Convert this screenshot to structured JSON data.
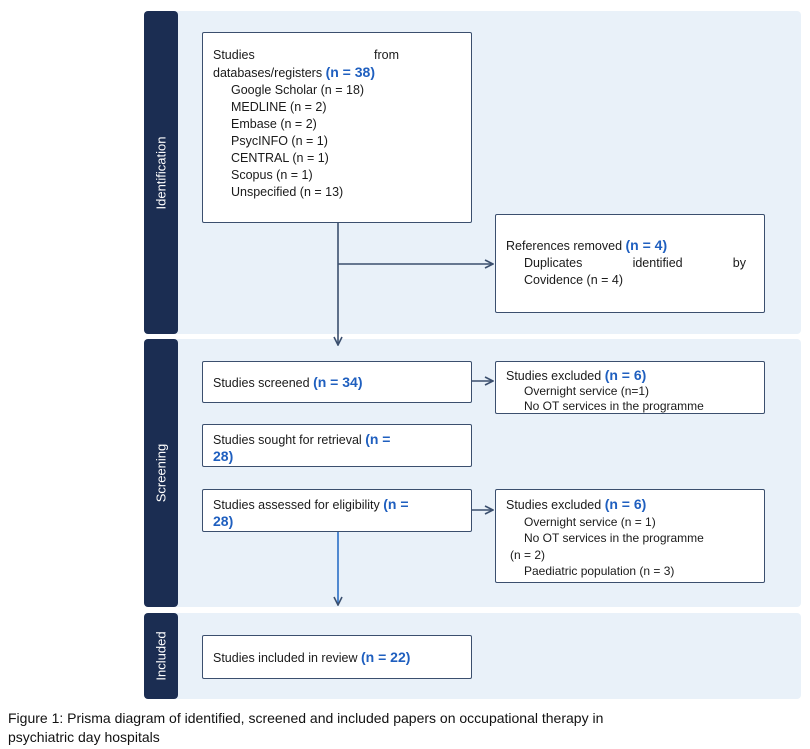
{
  "stages": {
    "identification": "Identification",
    "screening": "Screening",
    "included": "Included"
  },
  "identified": {
    "title_a": "Studies",
    "title_b": "from",
    "title_c": "databases/registers",
    "count": "(n = 38)",
    "sources": [
      "Google Scholar (n = 18)",
      "MEDLINE (n = 2)",
      "Embase (n = 2)",
      "PsycINFO (n = 1)",
      "CENTRAL (n = 1)",
      "Scopus (n = 1)",
      "Unspecified (n = 13)"
    ]
  },
  "removed": {
    "title": "References removed",
    "count": "(n = 4)",
    "line1_a": "Duplicates",
    "line1_b": "identified",
    "line1_c": "by",
    "line2": "Covidence (n = 4)"
  },
  "screened": {
    "title": "Studies screened",
    "count": "(n = 34)"
  },
  "excluded1": {
    "title": "Studies excluded",
    "count": "(n = 6)",
    "reasons": [
      "Overnight service (n=1)",
      "No OT services in the programme"
    ]
  },
  "sought": {
    "title": "Studies sought for retrieval",
    "count_a": "(n =",
    "count_b": "28)"
  },
  "assessed": {
    "title": "Studies assessed for eligibility",
    "count_a": "(n =",
    "count_b": "28)"
  },
  "excluded2": {
    "title": "Studies excluded",
    "count": "(n = 6)",
    "reason1": "Overnight service (n = 1)",
    "reason2": "No OT services in the programme",
    "reason2_count": "(n = 2)",
    "reason3": "Paediatric population (n = 3)"
  },
  "included": {
    "title": "Studies included in review",
    "count": "(n = 22)"
  },
  "caption": {
    "line1": "Figure 1: Prisma diagram of identified, screened and included papers on occupational therapy in",
    "line2": "psychiatric day hospitals"
  },
  "colors": {
    "stage": "#1b2d52",
    "panel": "#e9f1f9",
    "count": "#1f5fbf",
    "arrow": "#3b4f6e"
  }
}
